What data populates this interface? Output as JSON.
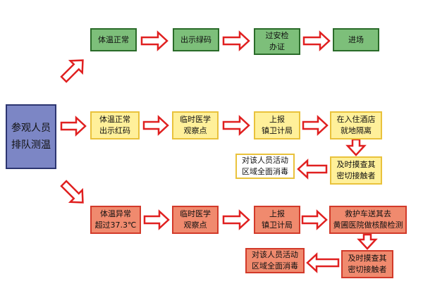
{
  "start": "参观人员\n排队测温",
  "row1": {
    "n1": "体温正常",
    "n2": "出示绿码",
    "n3": "过安检\n办证",
    "n4": "进场"
  },
  "row2": {
    "n1": "体温正常\n出示红码",
    "n2": "临时医学\n观察点",
    "n3": "上报\n镇卫计局",
    "n4": "在入住酒店\n就地隔离",
    "n5": "及时摸查其\n密切接触者",
    "n6": "对该人员活动\n区域全面消毒"
  },
  "row3": {
    "n1": "体温异常\n超过37.3℃",
    "n2": "临时医学\n观察点",
    "n3": "上报\n镇卫计局",
    "n4": "救护车送其去\n黄圃医院做核酸检测",
    "n5": "及时摸查其\n密切接触者",
    "n6": "对该人员活动\n区域全面消毒"
  },
  "colors": {
    "arrow_fill": "#ffffff",
    "arrow_stroke": "#e02020",
    "green": "#7dbf7a",
    "yellow": "#fff09a",
    "red": "#f08a6e",
    "start": "#7c86c5"
  }
}
